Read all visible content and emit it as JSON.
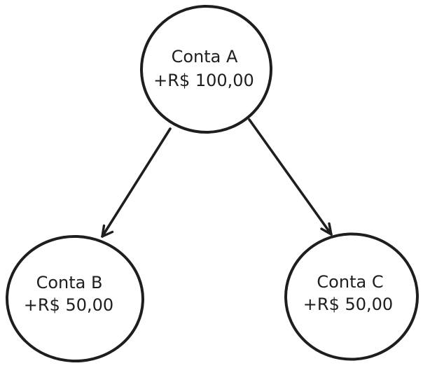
{
  "diagram": {
    "type": "flow",
    "background_color": "#ffffff",
    "stroke_color": "#1e1e1e",
    "nodes": [
      {
        "id": "conta-a",
        "shape": "circle",
        "label": "Conta A",
        "value": "+R$ 100,00"
      },
      {
        "id": "conta-b",
        "shape": "circle",
        "label": "Conta B",
        "value": "+R$ 50,00"
      },
      {
        "id": "conta-c",
        "shape": "circle",
        "label": "Conta C",
        "value": "+R$ 50,00"
      }
    ],
    "edges": [
      {
        "from": "conta-a",
        "to": "conta-b",
        "style": "arrow"
      },
      {
        "from": "conta-a",
        "to": "conta-c",
        "style": "arrow"
      }
    ]
  }
}
